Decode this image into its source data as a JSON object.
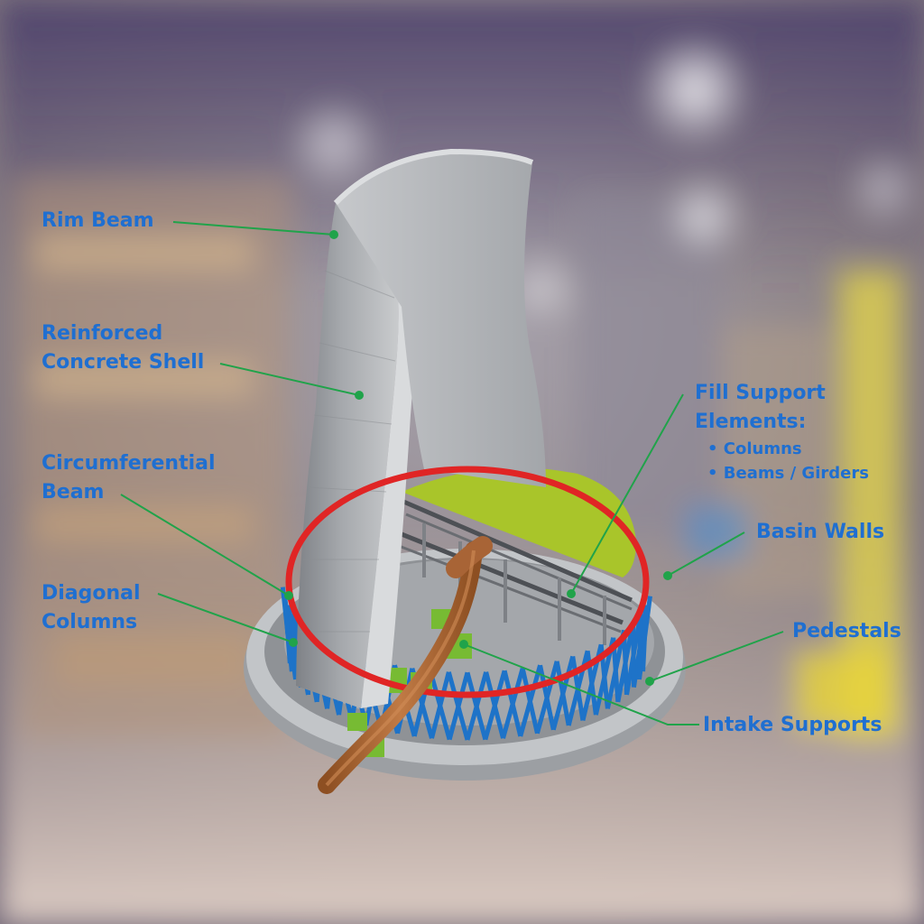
{
  "labels": {
    "rim_beam": "Rim Beam",
    "reinforced_shell": [
      "Reinforced",
      "Concrete Shell"
    ],
    "circumferential_beam": [
      "Circumferential",
      "Beam"
    ],
    "diagonal_columns": [
      "Diagonal",
      "Columns"
    ],
    "fill_support": {
      "title": [
        "Fill Support",
        "Elements:"
      ],
      "items": [
        "• Columns",
        "• Beams / Girders"
      ]
    },
    "basin_walls": "Basin Walls",
    "pedestals": "Pedestals",
    "intake_supports": "Intake Supports"
  },
  "colors": {
    "label_text": "#1f6fd1",
    "leader_line": "#20a34a",
    "shell": "#a9abaf",
    "circumferential_ring": "#e02525",
    "diagonal_columns": "#1e73c8",
    "fill_area": "#a9c52a",
    "pipe": "#b66a32",
    "pedestals": "#77bb33",
    "basin": "#b9bcbf"
  }
}
